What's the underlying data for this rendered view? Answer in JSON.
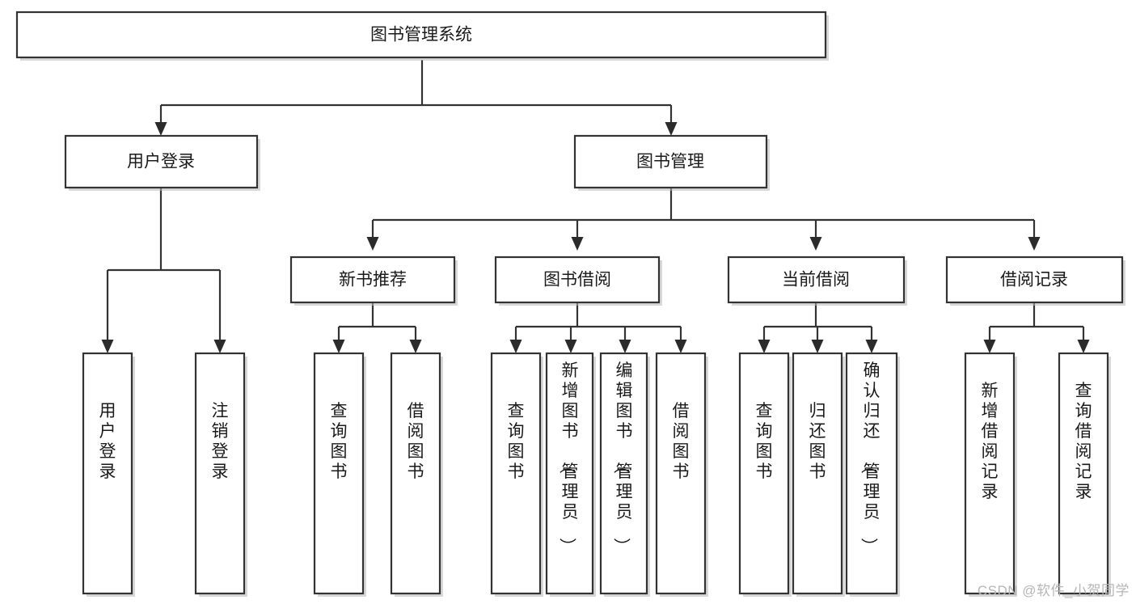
{
  "diagram": {
    "type": "tree-hierarchy-chart",
    "title": "图书管理系统",
    "orientation": "top-down",
    "colors": {
      "box_fill": "#ffffff",
      "box_stroke": "#333333",
      "text": "#1a1a1a",
      "shadow": "#b8b8b8",
      "watermark": "#b6b6b6",
      "background": "#ffffff"
    },
    "root": {
      "label": "图书管理系统"
    },
    "level2": [
      {
        "label": "用户登录"
      },
      {
        "label": "图书管理"
      }
    ],
    "level3": [
      {
        "label": "新书推荐"
      },
      {
        "label": "图书借阅"
      },
      {
        "label": "当前借阅"
      },
      {
        "label": "借阅记录"
      }
    ],
    "leaves": {
      "user_login": [
        {
          "label": "用户登录"
        },
        {
          "label": "注销登录"
        }
      ],
      "new_book_recommend": [
        {
          "label": "查询图书"
        },
        {
          "label": "借阅图书"
        }
      ],
      "book_borrow": [
        {
          "label": "查询图书"
        },
        {
          "label": "新增图书（管理员）"
        },
        {
          "label": "编辑图书（管理员）"
        },
        {
          "label": "借阅图书"
        }
      ],
      "current_borrow": [
        {
          "label": "查询图书"
        },
        {
          "label": "归还图书"
        },
        {
          "label": "确认归还（管理员）"
        }
      ],
      "borrow_record": [
        {
          "label": "新增借阅记录"
        },
        {
          "label": "查询借阅记录"
        }
      ]
    }
  },
  "watermark": {
    "text": "CSDN @软件_小贺同学"
  }
}
